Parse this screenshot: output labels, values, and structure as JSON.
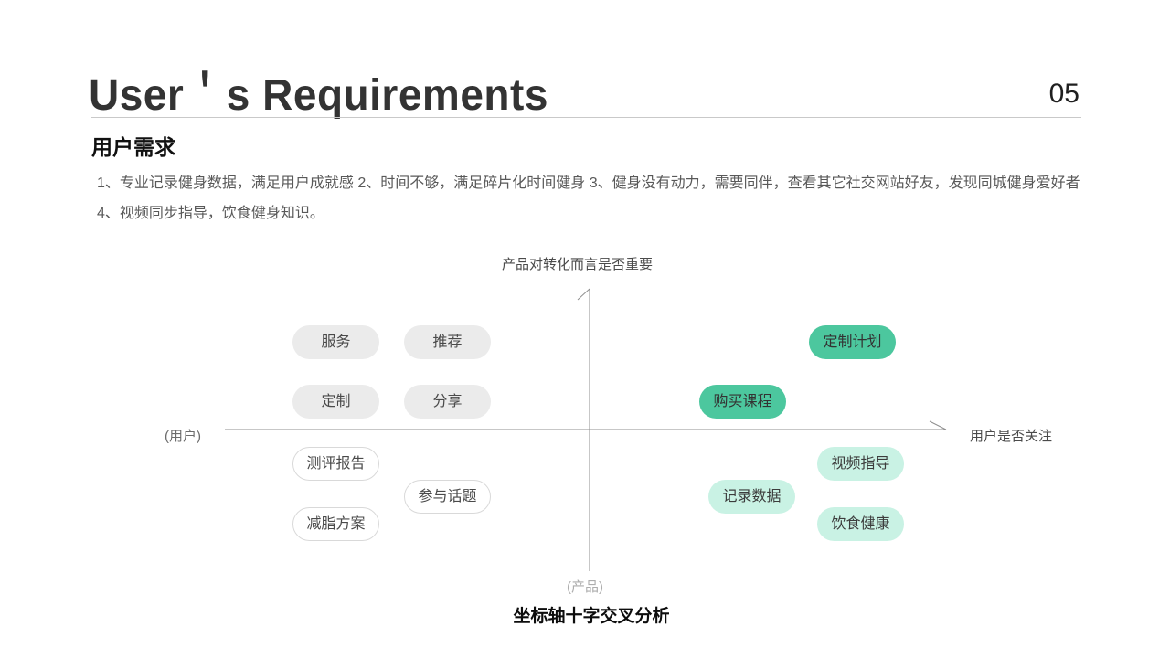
{
  "slide": {
    "title": "User＇s Requirements",
    "page_number": "05",
    "heading": "用户需求",
    "body": {
      "line1": "1、专业记录健身数据，满足用户成就感 2、时间不够，满足碎片化时间健身 3、健身没有动力，需要同伴，查看其它社交网站好友，发现同城健身爱好者",
      "line2": "4、视频同步指导，饮食健身知识。"
    }
  },
  "diagram": {
    "axis_top_label": "产品对转化而言是否重要",
    "axis_right_label": "用户是否关注",
    "axis_left_label": "(用户)",
    "axis_bottom_label": "(产品)",
    "caption": "坐标轴十字交叉分析",
    "quadrants": {
      "top_left": [
        "服务",
        "推荐",
        "定制",
        "分享"
      ],
      "top_right": [
        "定制计划",
        "购买课程"
      ],
      "bottom_left": [
        "测评报告",
        "参与话题",
        "减脂方案"
      ],
      "bottom_right": [
        "视频指导",
        "记录数据",
        "饮食健康"
      ]
    },
    "colors": {
      "accent_green": "#4cc79e",
      "light_green": "#c9f2e4",
      "pill_gray": "#ebebeb",
      "outline_gray": "#d9d9d9",
      "axis_gray": "#8f8f8f"
    }
  }
}
